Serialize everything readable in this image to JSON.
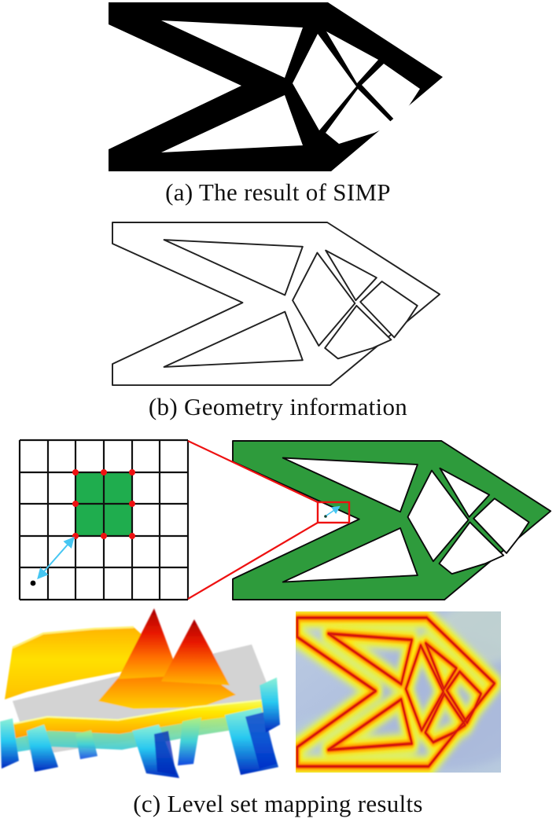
{
  "figure": {
    "panels": [
      {
        "id": "a",
        "caption": "(a) The result of SIMP"
      },
      {
        "id": "b",
        "caption": "(b) Geometry information"
      },
      {
        "id": "c",
        "caption": "(c) Level set mapping results"
      }
    ],
    "panel_c": {
      "grid": {
        "columns": 6,
        "rows": 5,
        "highlighted_block": {
          "columns": "3-4",
          "rows": "2-3",
          "size": "2x2"
        },
        "red_node_count": 8,
        "annotation": "double-headed cyan arrow from grid point to element corner node"
      },
      "colors": {
        "grid_green": "#1fad4e",
        "structure_green": "#2e9b3c",
        "callout_red": "#ee1111",
        "arrow_cyan": "#45c6f2",
        "plane_gray": "#c9c9c9",
        "heatmap_background": "#b4c6e0",
        "levelset_high": "#cc0000",
        "levelset_mid": "#ffd800",
        "levelset_low": "#0030d0",
        "silhouette_black": "#000000"
      }
    }
  }
}
